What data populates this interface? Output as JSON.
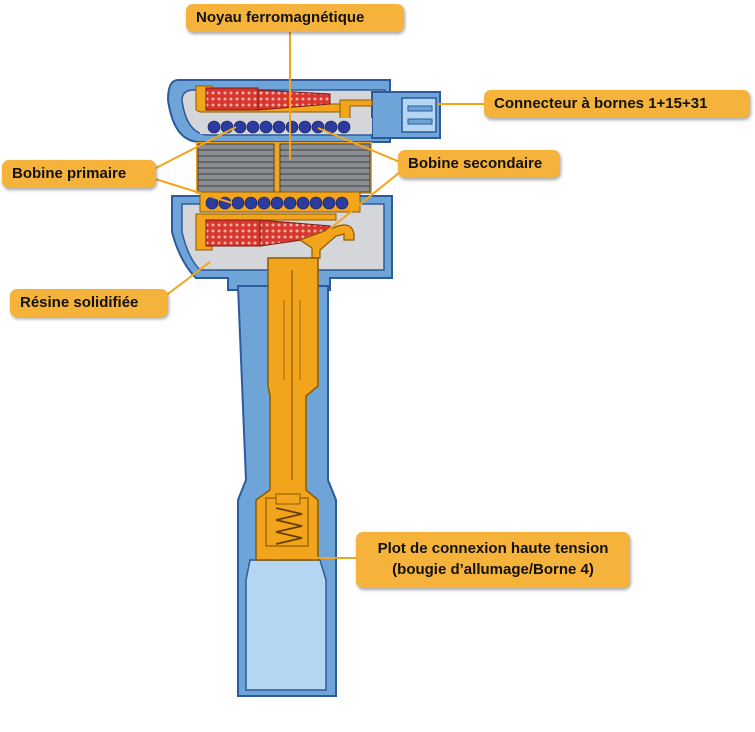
{
  "labels": {
    "core": "Noyau ferromagnétique",
    "connector": "Connecteur à bornes 1+15+31",
    "primary": "Bobine primaire",
    "secondary": "Bobine secondaire",
    "resin": "Résine solidifiée",
    "plug_line1": "Plot de connexion haute tension",
    "plug_line2": "(bougie d’allumage/Borne 4)"
  },
  "colors": {
    "housing_blue": "#6ea4d8",
    "housing_outline": "#2c5a9a",
    "tube_light_blue": "#b4d6f2",
    "resin_gray": "#d4d6d9",
    "core_gray": "#8a8e93",
    "copper_orange": "#f2a51c",
    "secondary_coil_red": "#d9362f",
    "primary_coil_blue": "#2c3b9e",
    "callout_orange": "#f6b33b"
  }
}
